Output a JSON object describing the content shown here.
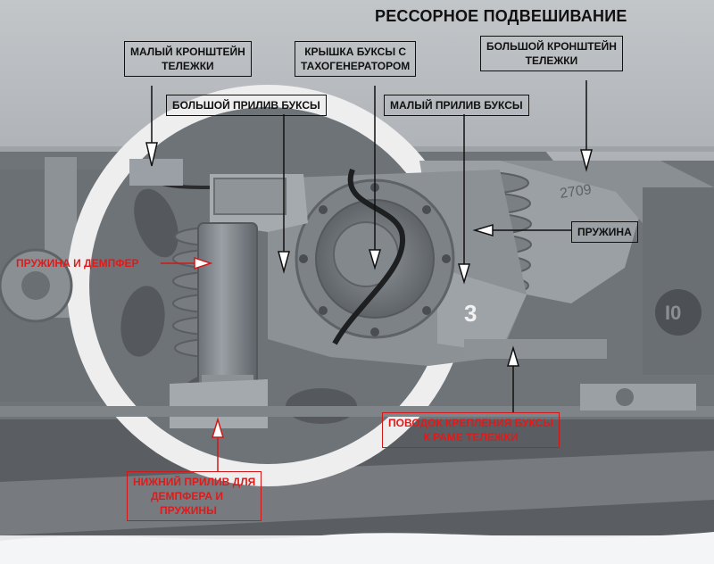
{
  "title": "РЕССОРНОЕ ПОДВЕШИВАНИЕ",
  "labels": {
    "small_bracket": [
      "МАЛЫЙ КРОНШТЕЙН",
      "ТЕЛЕЖКИ"
    ],
    "axlebox_cover": [
      "КРЫШКА БУКСЫ С",
      "ТАХОГЕНЕРАТОРОМ"
    ],
    "big_bracket": [
      "БОЛЬШОЙ КРОНШТЕЙН",
      "ТЕЛЕЖКИ"
    ],
    "big_lug": "БОЛЬШОЙ ПРИЛИВ БУКСЫ",
    "small_lug": "МАЛЫЙ ПРИЛИВ БУКСЫ",
    "spring": "ПРУЖИНА",
    "spring_damper": "ПРУЖИНА И ДЕМПФЕР",
    "link": [
      "ПОВОДОК КРЕПЛЕНИЯ БУКСЫ",
      "К РАМЕ ТЕЛЕЖКИ"
    ],
    "lower_lug": [
      "НИЖНИЙ ПРИЛИВ ДЛЯ",
      "ДЕМПФЕРА И",
      "ПРУЖИНЫ"
    ]
  },
  "stencil": "2709",
  "colors": {
    "body": "#b9bdc1",
    "machinery": "#7c8186",
    "wheel_white": "#f2f2f2",
    "label_red": "#e01a1a",
    "label_black": "#111111"
  }
}
